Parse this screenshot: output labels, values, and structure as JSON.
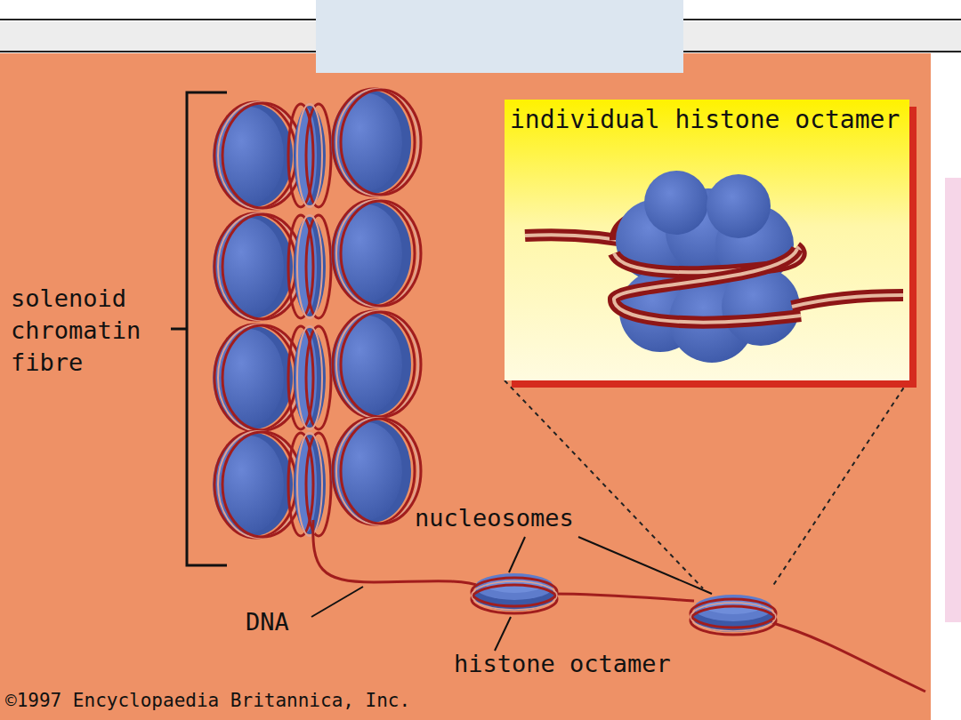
{
  "diagram": {
    "nodes": [
      {
        "text": [
          "individual histone octamer"
        ]
      }
    ],
    "labels": [
      "solenoid chromatin fibre",
      "nucleosomes",
      "DNA",
      "histone octamer",
      "©1997 Encyclopaedia Britannica, Inc."
    ]
  }
}
